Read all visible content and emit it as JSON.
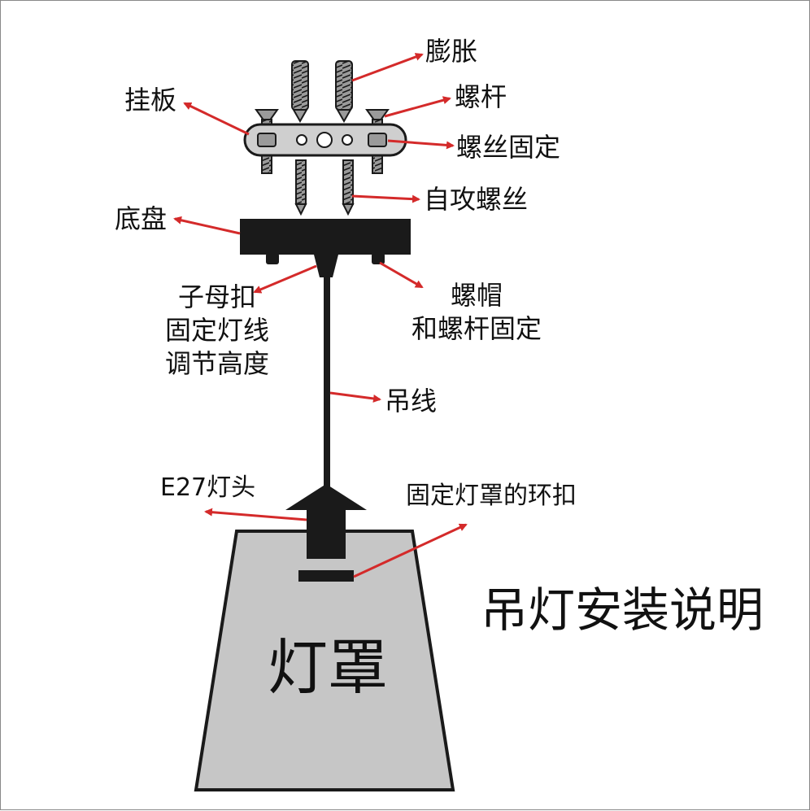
{
  "title": "吊灯安装说明",
  "shade_label": "灯罩",
  "labels": {
    "expansion": "膨胀",
    "screw_rod": "螺杆",
    "hanging_plate": "挂板",
    "screw_fix": "螺丝固定",
    "self_tapping": "自攻螺丝",
    "base": "底盘",
    "clasp_lines": [
      "子母扣",
      "固定灯线",
      "调节高度"
    ],
    "nut_lines": [
      "螺帽",
      "和螺杆固定"
    ],
    "cable": "吊线",
    "socket": "E27灯头",
    "ring": "固定灯罩的环扣"
  },
  "colors": {
    "arrow": "#d42a2a",
    "part": "#1a1a1a",
    "shade": "#c6c6c6",
    "plate": "#cfcfcf",
    "screw": "#8c8c8c"
  }
}
